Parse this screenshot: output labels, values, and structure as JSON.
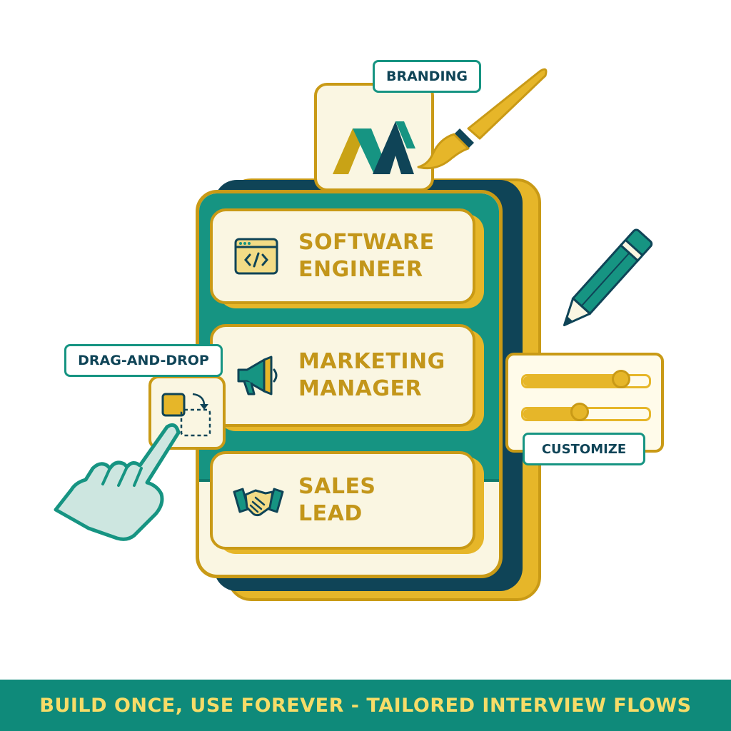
{
  "roles": [
    {
      "line1": "SOFTWARE",
      "line2": "ENGINEER",
      "icon": "code-window-icon"
    },
    {
      "line1": "MARKETING",
      "line2": "MANAGER",
      "icon": "megaphone-icon"
    },
    {
      "line1": "SALES",
      "line2": "LEAD",
      "icon": "handshake-icon"
    }
  ],
  "tags": {
    "branding": "BRANDING",
    "drag_drop": "DRAG-AND-DROP",
    "customize": "CUSTOMIZE"
  },
  "sliders": [
    0.78,
    0.45
  ],
  "banner": "BUILD ONCE, USE FOREVER - TAILORED INTERVIEW FLOWS",
  "colors": {
    "teal": "#169482",
    "navy": "#0f4457",
    "gold": "#e6b629",
    "cream": "#faf6e2"
  }
}
